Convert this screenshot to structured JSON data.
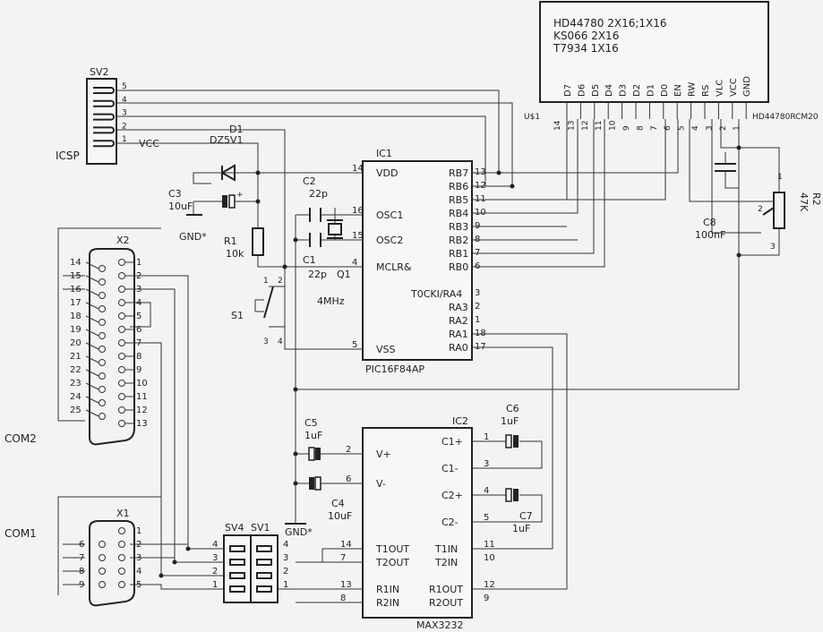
{
  "lcd": {
    "lines": [
      "HD44780 2X16;1X16",
      "KS066 2X16",
      "T7934 1X16"
    ],
    "part": "HD44780RCM20",
    "ref": "U$1",
    "pins": [
      {
        "name": "D7",
        "num": "14"
      },
      {
        "name": "D6",
        "num": "13"
      },
      {
        "name": "D5",
        "num": "12"
      },
      {
        "name": "D4",
        "num": "11"
      },
      {
        "name": "D3",
        "num": "10"
      },
      {
        "name": "D2",
        "num": "9"
      },
      {
        "name": "D1",
        "num": "8"
      },
      {
        "name": "D0",
        "num": "7"
      },
      {
        "name": "EN",
        "num": "6"
      },
      {
        "name": "RW",
        "num": "5"
      },
      {
        "name": "RS",
        "num": "4"
      },
      {
        "name": "VLC",
        "num": "3"
      },
      {
        "name": "VCC",
        "num": "2"
      },
      {
        "name": "GND",
        "num": "1"
      }
    ]
  },
  "sv2": {
    "ref": "SV2",
    "label": "ICSP",
    "vcc": "VCC",
    "pins": [
      "5",
      "4",
      "3",
      "2",
      "1"
    ]
  },
  "ic1": {
    "ref": "IC1",
    "part": "PIC16F84AP",
    "left": [
      {
        "name": "VDD",
        "num": "14"
      },
      {
        "name": "OSC1",
        "num": "16"
      },
      {
        "name": "OSC2",
        "num": "15"
      },
      {
        "name": "MCLR&",
        "num": "4"
      },
      {
        "name": "VSS",
        "num": "5"
      }
    ],
    "right": [
      {
        "name": "RB7",
        "num": "13"
      },
      {
        "name": "RB6",
        "num": "12"
      },
      {
        "name": "RB5",
        "num": "11"
      },
      {
        "name": "RB4",
        "num": "10"
      },
      {
        "name": "RB3",
        "num": "9"
      },
      {
        "name": "RB2",
        "num": "8"
      },
      {
        "name": "RB1",
        "num": "7"
      },
      {
        "name": "RB0",
        "num": "6"
      },
      {
        "name": "T0CKI/RA4",
        "num": "3"
      },
      {
        "name": "RA3",
        "num": "2"
      },
      {
        "name": "RA2",
        "num": "1"
      },
      {
        "name": "RA1",
        "num": "18"
      },
      {
        "name": "RA0",
        "num": "17"
      }
    ]
  },
  "parts": {
    "d1": {
      "ref": "D1",
      "value": "DZ5V1"
    },
    "c3": {
      "ref": "C3",
      "value": "10uF"
    },
    "r1": {
      "ref": "R1",
      "value": "10k"
    },
    "gnd1": "GND*",
    "gnd2": "GND*",
    "c2": {
      "ref": "C2",
      "value": "22p"
    },
    "c1": {
      "ref": "C1",
      "value": "22p"
    },
    "q1": {
      "ref": "Q1",
      "value": "4MHz"
    },
    "s1": {
      "ref": "S1",
      "pins": [
        "1",
        "2",
        "3",
        "4"
      ]
    },
    "c8": {
      "ref": "C8",
      "value": "100nF"
    },
    "r2": {
      "ref": "R2",
      "value": "47K",
      "pins": [
        "1",
        "2",
        "3"
      ]
    },
    "c5": {
      "ref": "C5",
      "value": "1uF"
    },
    "c4": {
      "ref": "C4",
      "value": "10uF"
    },
    "c6": {
      "ref": "C6",
      "value": "1uF"
    },
    "c7": {
      "ref": "C7",
      "value": "1uF"
    }
  },
  "x2": {
    "ref": "X2",
    "label": "COM2",
    "left": [
      "14",
      "15",
      "16",
      "17",
      "18",
      "19",
      "20",
      "21",
      "22",
      "23",
      "24",
      "25"
    ],
    "right": [
      "1",
      "2",
      "3",
      "4",
      "5",
      "6",
      "7",
      "8",
      "9",
      "10",
      "11",
      "12",
      "13"
    ]
  },
  "x1": {
    "ref": "X1",
    "label": "COM1",
    "left": [
      "6",
      "7",
      "8",
      "9"
    ],
    "right": [
      "1",
      "2",
      "3",
      "4",
      "5"
    ]
  },
  "sv4": {
    "ref": "SV4",
    "pins": [
      "4",
      "3",
      "2",
      "1"
    ]
  },
  "sv1": {
    "ref": "SV1",
    "pins": [
      "4",
      "3",
      "2",
      "1"
    ]
  },
  "ic2": {
    "ref": "IC2",
    "part": "MAX3232",
    "left": [
      {
        "name": "V+",
        "num": "2"
      },
      {
        "name": "V-",
        "num": "6"
      },
      {
        "name": "T1OUT",
        "num": "14"
      },
      {
        "name": "T2OUT",
        "num": "7"
      },
      {
        "name": "R1IN",
        "num": "13"
      },
      {
        "name": "R2IN",
        "num": "8"
      }
    ],
    "right": [
      {
        "name": "C1+",
        "num": "1"
      },
      {
        "name": "C1-",
        "num": "3"
      },
      {
        "name": "C2+",
        "num": "4"
      },
      {
        "name": "C2-",
        "num": "5"
      },
      {
        "name": "T1IN",
        "num": "11"
      },
      {
        "name": "T2IN",
        "num": "10"
      },
      {
        "name": "R1OUT",
        "num": "12"
      },
      {
        "name": "R2OUT",
        "num": "9"
      }
    ]
  }
}
